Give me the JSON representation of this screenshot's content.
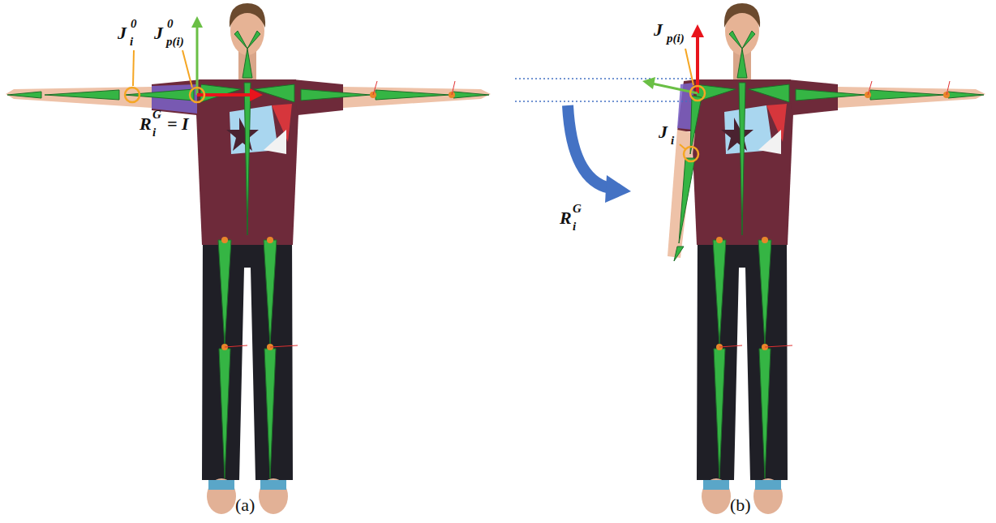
{
  "diagram": {
    "labels": [
      "J",
      "0",
      "i",
      "J",
      "0",
      "p(i)",
      "R",
      "G",
      "i",
      "= I",
      "(a)",
      "J",
      "p(i)",
      "J",
      "i",
      "R",
      "G",
      "i",
      "(b)"
    ]
  }
}
